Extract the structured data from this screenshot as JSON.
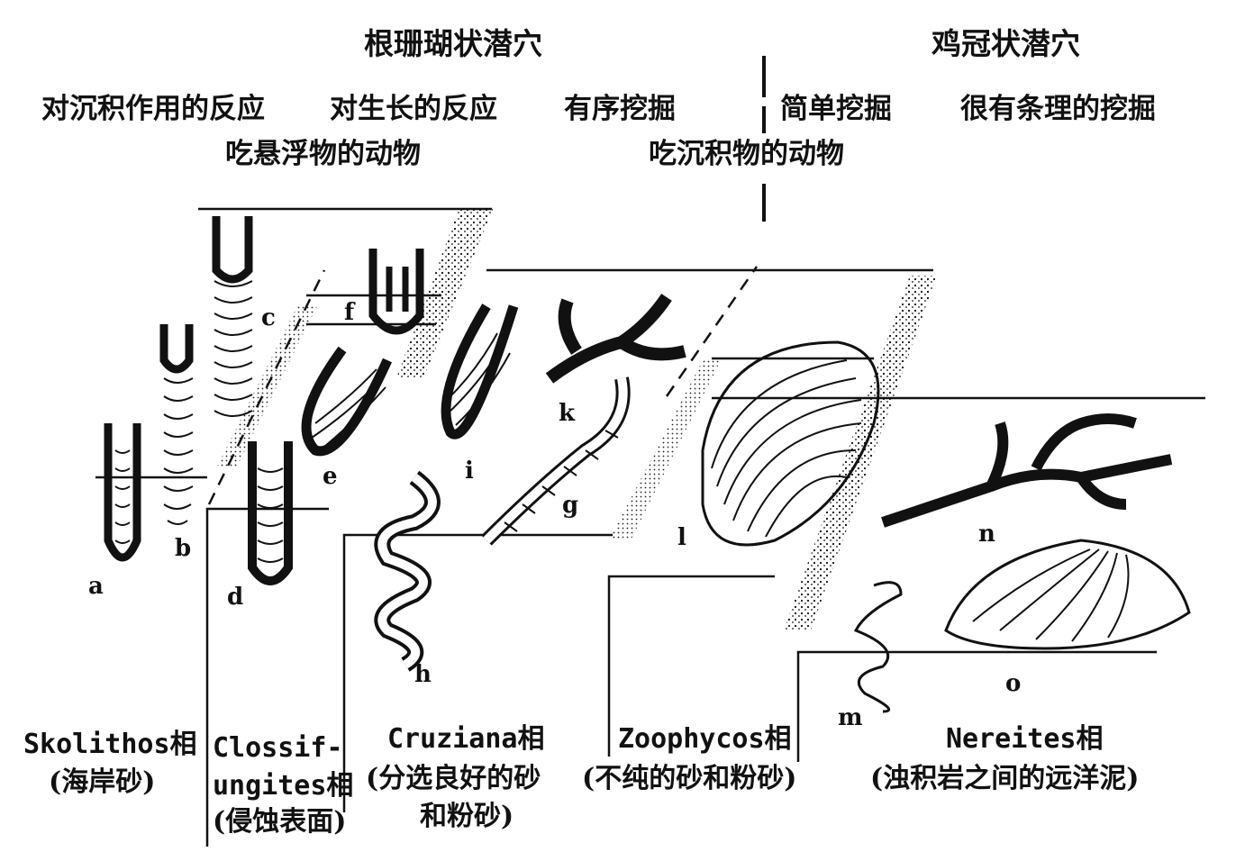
{
  "header": {
    "left_group": "根珊瑚状潜穴",
    "right_group": "鸡冠状潜穴",
    "response_sedimentation": "对沉积作用的反应",
    "response_growth": "对生长的反应",
    "ordered_digging": "有序挖掘",
    "simple_digging": "简单挖掘",
    "very_ordered_digging": "很有条理的挖掘",
    "suspension_feeders": "吃悬浮物的动物",
    "deposit_feeders": "吃沉积物的动物"
  },
  "labels": [
    "a",
    "b",
    "c",
    "d",
    "e",
    "f",
    "g",
    "h",
    "i",
    "k",
    "l",
    "m",
    "n",
    "o"
  ],
  "facies": [
    {
      "name": "Skolithos相",
      "env": "(海岸砂)"
    },
    {
      "name_line1": "Clossif-",
      "name_line2": "ungites相",
      "env": "(侵蚀表面)"
    },
    {
      "name": "Cruziana相",
      "env_line1": "(分选良好的砂",
      "env_line2": "和粉砂)"
    },
    {
      "name": "Zoophycos相",
      "env": "(不纯的砂和粉砂)"
    },
    {
      "name": "Nereites相",
      "env": "(浊积岩之间的远洋泥)"
    }
  ]
}
